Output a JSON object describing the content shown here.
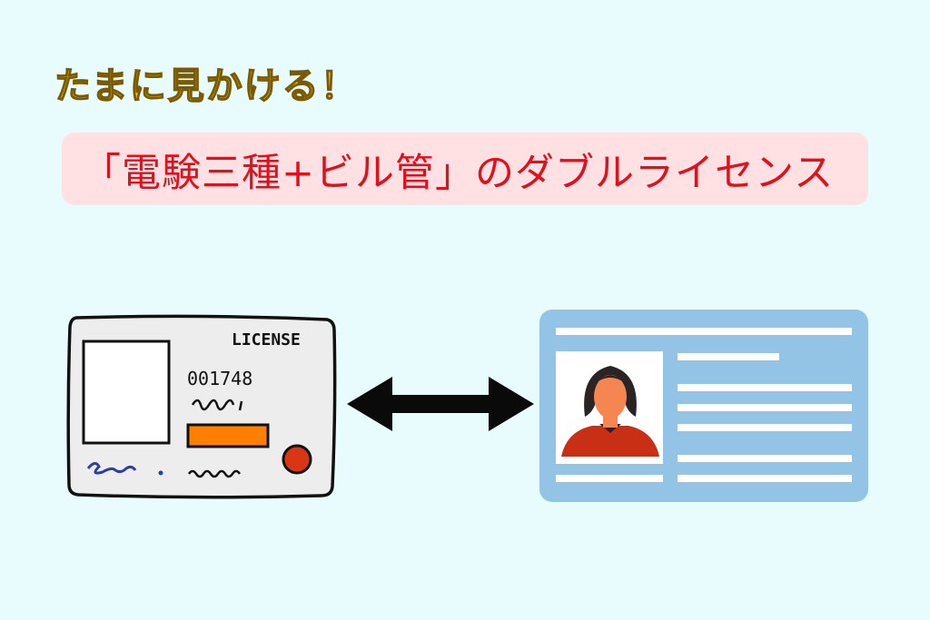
{
  "headline": "たまに見かける！",
  "banner": {
    "text": "「電験三種+ビル管」のダブルライセンス"
  },
  "license_card": {
    "label": "LICENSE",
    "number": "001748",
    "colors": {
      "stripe": "#ff7f00",
      "seal": "#d93616",
      "signature": "#2c3ca8"
    }
  },
  "id_card": {
    "colors": {
      "card": "#93c4e6",
      "shirt": "#c92f14",
      "hair": "#2b2424",
      "skin": "#f58652"
    }
  },
  "colors": {
    "background": "#e8fbfd",
    "headline": "#f2c200",
    "banner_bg": "#ffe1e3",
    "banner_text": "#e0101c"
  }
}
